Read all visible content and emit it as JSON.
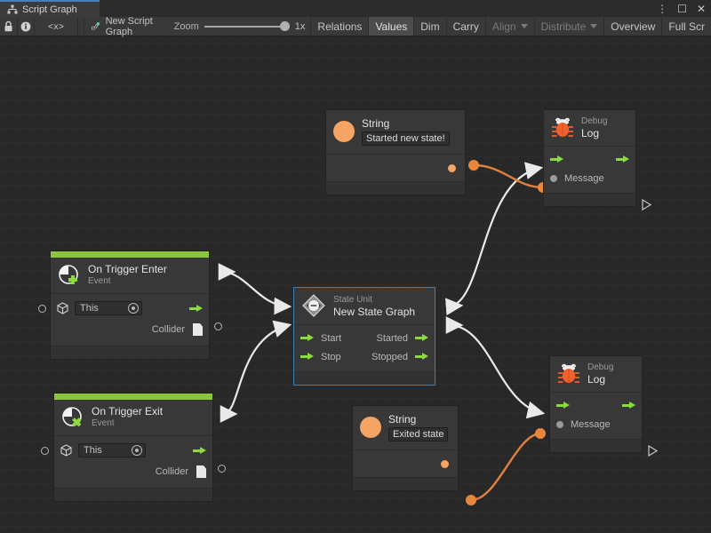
{
  "window": {
    "tab_label": "Script Graph",
    "tab_icon": "graph-icon",
    "menu_icon": "kebab-menu-icon",
    "maximize_icon": "maximize-icon",
    "close_icon": "close-icon"
  },
  "toolbar": {
    "lock_icon": "lock-icon",
    "info_icon": "info-icon",
    "code_icon": "code-icon",
    "graph_icon": "script-graph-icon",
    "graph_name": "New Script Graph",
    "zoom_label": "Zoom",
    "zoom_value": "1x",
    "buttons": [
      {
        "label": "Relations",
        "active": false,
        "dim": false,
        "caret": false
      },
      {
        "label": "Values",
        "active": true,
        "dim": false,
        "caret": false
      },
      {
        "label": "Dim",
        "active": false,
        "dim": false,
        "caret": false
      },
      {
        "label": "Carry",
        "active": false,
        "dim": false,
        "caret": false
      },
      {
        "label": "Align",
        "active": false,
        "dim": true,
        "caret": true
      },
      {
        "label": "Distribute",
        "active": false,
        "dim": true,
        "caret": true
      },
      {
        "label": "Overview",
        "active": false,
        "dim": false,
        "caret": false
      },
      {
        "label": "Full Scr",
        "active": false,
        "dim": false,
        "caret": false
      }
    ]
  },
  "colors": {
    "accent_green": "#8cc63f",
    "flow_green": "#8cdb3c",
    "value_orange": "#f5a463",
    "edge_orange": "#e8873c",
    "edge_white": "#e9e9e9",
    "selection_blue": "#3e7fb5",
    "node_bg": "#383838",
    "canvas_bg": "#282828"
  },
  "nodes": {
    "string_top": {
      "title": "String",
      "value": "Started new state!",
      "icon": "string-value-icon"
    },
    "debug_log_top": {
      "subtitle": "Debug",
      "title": "Log",
      "icon": "bug-icon",
      "message_label": "Message"
    },
    "on_trigger_enter": {
      "title": "On Trigger Enter",
      "subtitle": "Event",
      "icon": "event-add-icon",
      "target_label": "This",
      "target_icon": "gameobject-cube-icon",
      "collider_label": "Collider",
      "collider_icon": "collider-document-icon"
    },
    "state_unit": {
      "subtitle": "State Unit",
      "title": "New  State  Graph",
      "icon": "state-unit-icon",
      "in_start": "Start",
      "in_stop": "Stop",
      "out_started": "Started",
      "out_stopped": "Stopped",
      "selected": true
    },
    "on_trigger_exit": {
      "title": "On Trigger Exit",
      "subtitle": "Event",
      "icon": "event-remove-icon",
      "target_label": "This",
      "target_icon": "gameobject-cube-icon",
      "collider_label": "Collider",
      "collider_icon": "collider-document-icon"
    },
    "string_bottom": {
      "title": "String",
      "value": "Exited state",
      "icon": "string-value-icon"
    },
    "debug_log_bottom": {
      "subtitle": "Debug",
      "title": "Log",
      "icon": "bug-icon",
      "message_label": "Message"
    }
  }
}
